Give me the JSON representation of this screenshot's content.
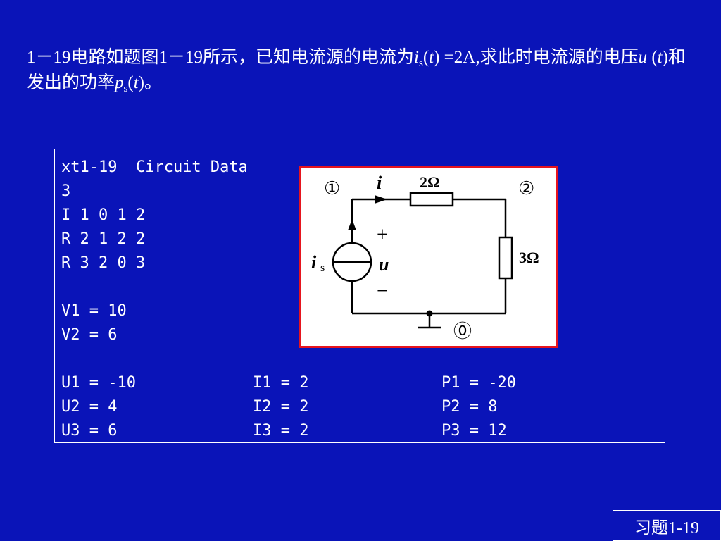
{
  "problem": {
    "t1": "1－19电路如题图1－19所示，已知电流源的电流为",
    "v_i": "i",
    "sub_s": "s",
    "t2": "(",
    "v_t": "t",
    "t3": ") =2A,求此时电流源的电压",
    "v_u": "u",
    "t4": " (",
    "v_t2": "t",
    "t5": ")和发出的功率",
    "v_p": "p",
    "sub_s2": "s",
    "t6": "(",
    "v_t3": "t",
    "t7": ")。"
  },
  "data": {
    "lines": [
      "xt1-19  Circuit Data",
      "3",
      "I 1 0 1 2",
      "R 2 1 2 2",
      "R 3 2 0 3",
      "",
      "V1 = 10",
      "V2 = 6"
    ],
    "col_u": [
      "U1 = -10",
      "U2 = 4",
      "U3 = 6"
    ],
    "col_i": [
      "I1 = 2",
      "I2 = 2",
      "I3 = 2"
    ],
    "col_p": [
      "P1 = -20",
      "P2 = 8",
      "P3 = 12"
    ]
  },
  "circuit": {
    "node1": "①",
    "node2": "②",
    "node0": "⓪",
    "current_i": "i",
    "r1_value": "2Ω",
    "r2_value": "3Ω",
    "is_label": "i",
    "is_sub": "s",
    "plus": "+",
    "minus": "−",
    "u_label": "u"
  },
  "footer": {
    "label": "习题1-19"
  }
}
